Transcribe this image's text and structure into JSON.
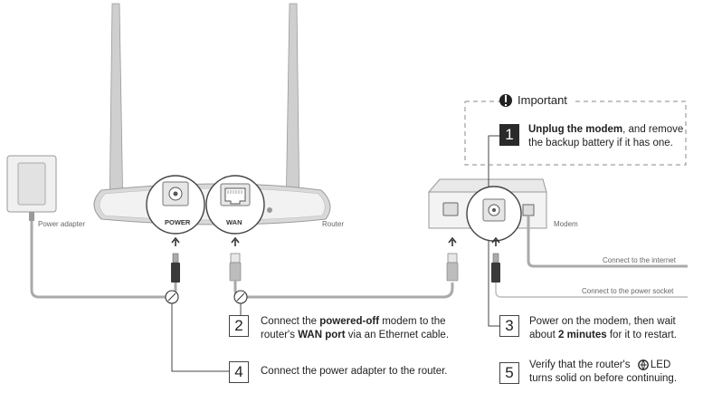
{
  "labels": {
    "power_adapter": "Power adapter",
    "router": "Router",
    "modem": "Modem",
    "power_port": "POWER",
    "wan_port": "WAN",
    "connect_internet": "Connect to the internet",
    "connect_power_socket": "Connect to the power socket"
  },
  "important": {
    "title": "Important",
    "step_number": "1",
    "bold_text": "Unplug the modem",
    "text": ", and remove the backup battery if it has one."
  },
  "steps": [
    {
      "number": "2",
      "pre": "Connect the ",
      "bold1": "powered-off",
      "mid": " modem to the router's ",
      "bold2": "WAN port",
      "post": " via an Ethernet cable."
    },
    {
      "number": "3",
      "pre": "Power on the modem, then wait about ",
      "bold1": "2 minutes",
      "post": " for it to restart."
    },
    {
      "number": "4",
      "text": "Connect the power adapter to the router."
    },
    {
      "number": "5",
      "pre": "Verify that the router's ",
      "post": " LED turns solid on before continuing.",
      "icon": "internet-led-icon"
    }
  ]
}
